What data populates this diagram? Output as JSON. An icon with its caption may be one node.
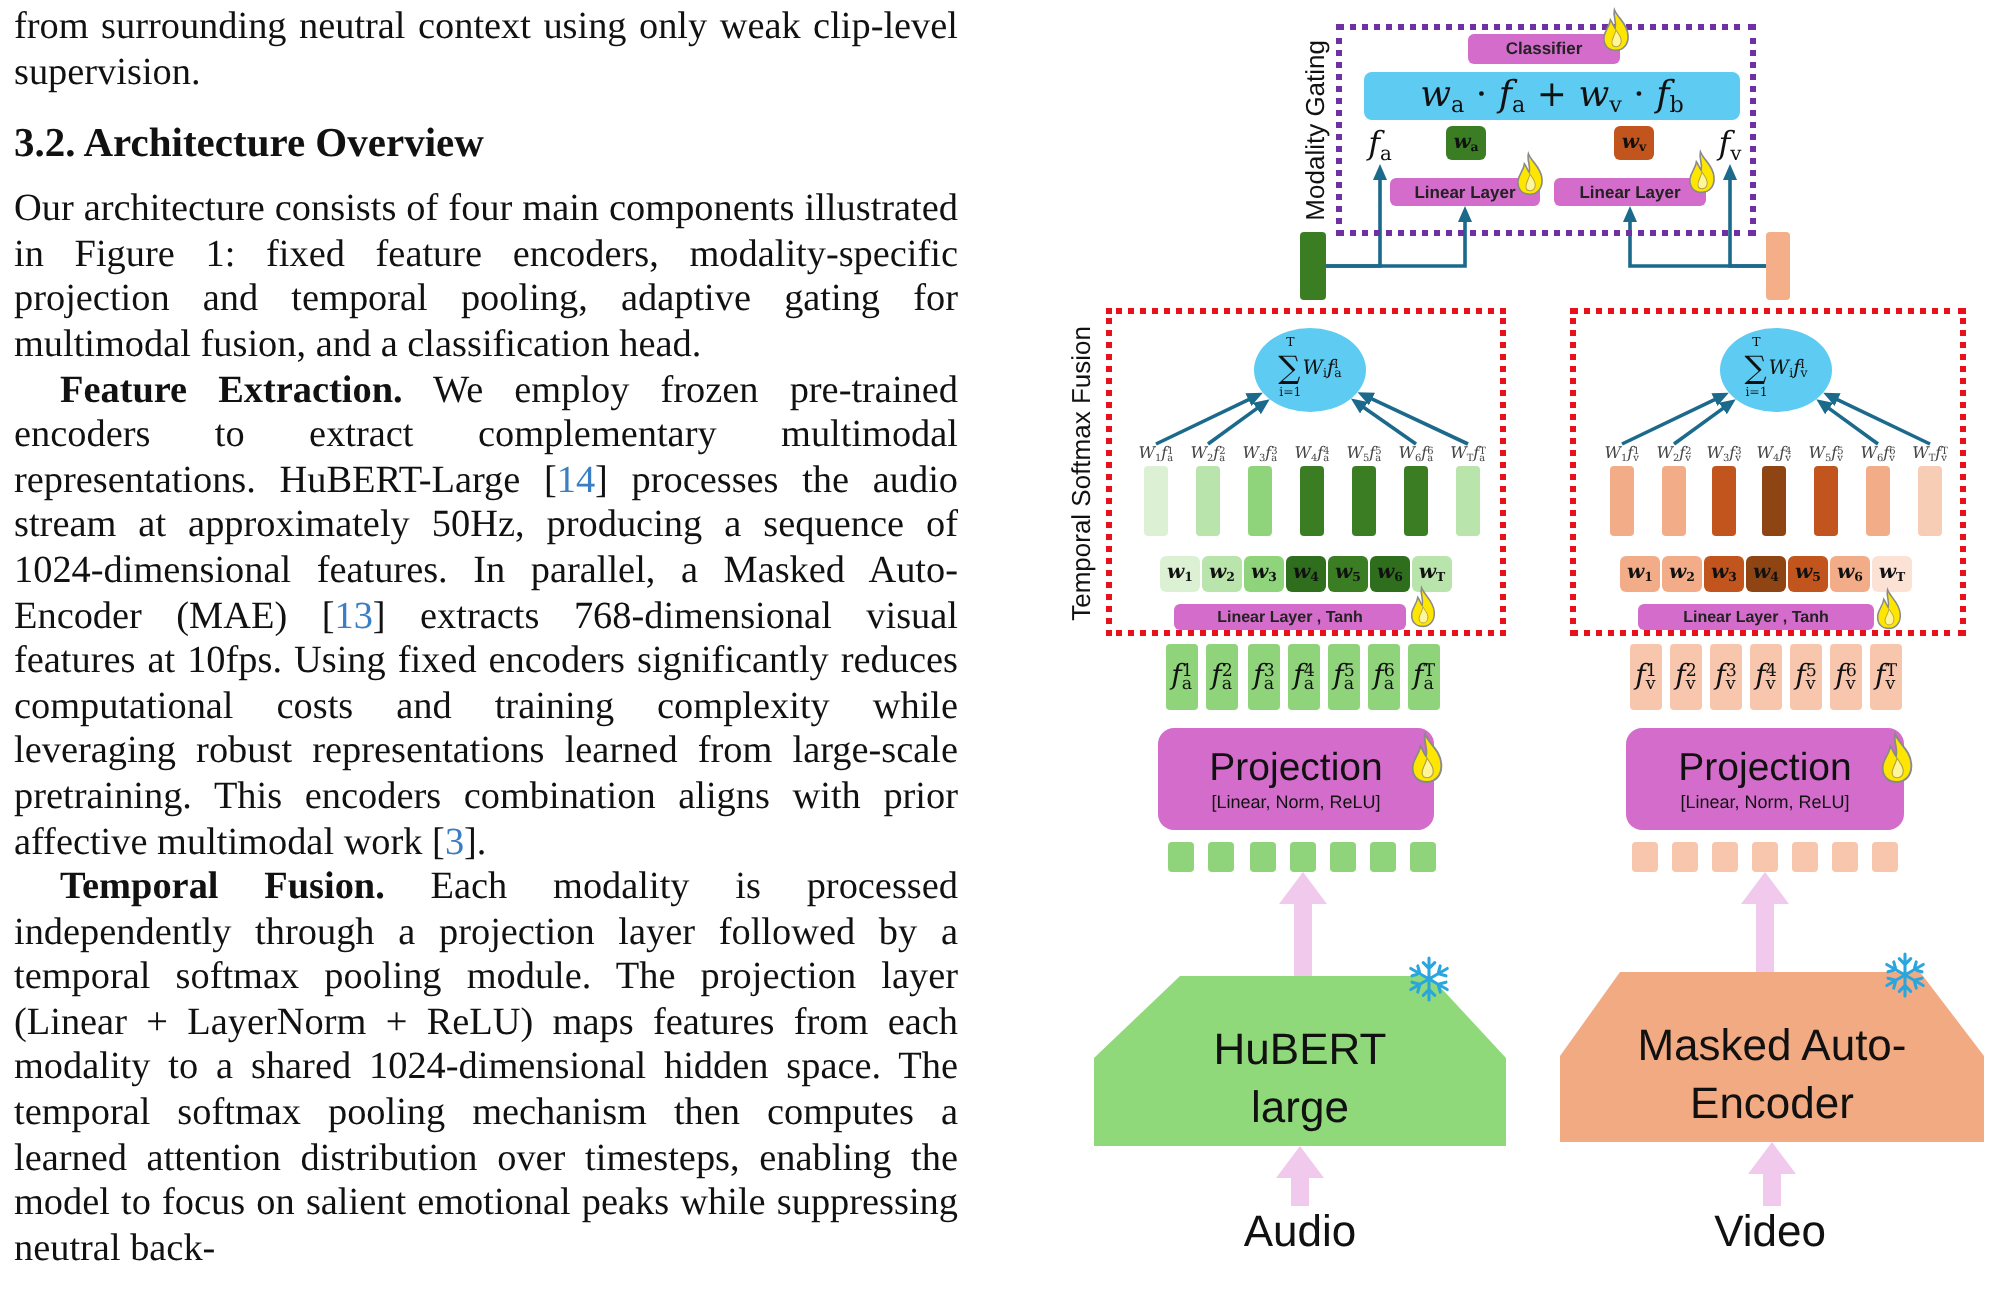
{
  "diagram": {
    "nodes": [
      {
        "text": [
          "Modality Gating"
        ]
      },
      {
        "text": [
          "Classifier"
        ],
        "in": 0
      },
      {
        "text": [
          "*w*$_{a}$ · *f*$_{a}$ + *w*$_{v}$ · *f*$_{b}$"
        ],
        "in": 0
      },
      {
        "text": [
          "*f*$_{a}$"
        ],
        "in": 0
      },
      {
        "text": [
          "*w*$_{a}$"
        ],
        "in": 0
      },
      {
        "text": [
          "*w*$_{v}$"
        ],
        "in": 0
      },
      {
        "text": [
          "*f*$_{v}$"
        ],
        "in": 0
      },
      {
        "text": [
          "Linear Layer"
        ],
        "in": 0
      },
      {
        "text": [
          "Linear Layer"
        ],
        "in": 0
      },
      {
        "text": [],
        "shape": "bar"
      },
      {
        "text": [],
        "shape": "bar"
      },
      {
        "text": [
          "Temporal Softmax Fusion"
        ]
      },
      {
        "text": [
          "∑$_{i=1}$$^{T}$*W*$_{i}$*f*$_{a}$$^{i}$"
        ],
        "in": 11
      },
      {
        "text": [
          "*W*$_{1}$*f*$_{a}$$^{1}$"
        ],
        "in": 11
      },
      {
        "text": [
          "*W*$_{2}$*f*$_{a}$$^{2}$"
        ],
        "in": 11
      },
      {
        "text": [
          "*W*$_{3}$*f*$_{a}$$^{3}$"
        ],
        "in": 11
      },
      {
        "text": [
          "*W*$_{4}$*f*$_{a}$$^{4}$"
        ],
        "in": 11
      },
      {
        "text": [
          "*W*$_{5}$*f*$_{a}$$^{5}$"
        ],
        "in": 11
      },
      {
        "text": [
          "*W*$_{6}$*f*$_{a}$$^{6}$"
        ],
        "in": 11
      },
      {
        "text": [
          "*W*$_{T}$*f*$_{a}$$^{T}$"
        ],
        "in": 11
      },
      {
        "text": [
          "*w*$_{1}$"
        ],
        "in": 11
      },
      {
        "text": [
          "*w*$_{2}$"
        ],
        "in": 11
      },
      {
        "text": [
          "*w*$_{3}$"
        ],
        "in": 11
      },
      {
        "text": [
          "*w*$_{4}$"
        ],
        "in": 11
      },
      {
        "text": [
          "*w*$_{5}$"
        ],
        "in": 11
      },
      {
        "text": [
          "*w*$_{6}$"
        ],
        "in": 11
      },
      {
        "text": [
          "*w*$_{T}$"
        ],
        "in": 11
      },
      {
        "text": [
          "Linear Layer , Tanh"
        ],
        "in": 11
      },
      {
        "text": [
          "*f*$_{a}$$^{1}$"
        ]
      },
      {
        "text": [
          "*f*$_{a}$$^{2}$"
        ]
      },
      {
        "text": [
          "*f*$_{a}$$^{3}$"
        ]
      },
      {
        "text": [
          "*f*$_{a}$$^{4}$"
        ]
      },
      {
        "text": [
          "*f*$_{a}$$^{5}$"
        ]
      },
      {
        "text": [
          "*f*$_{a}$$^{6}$"
        ]
      },
      {
        "text": [
          "*f*$_{a}$$^{T}$"
        ]
      },
      {
        "text": [
          "Projection",
          "[Linear, Norm, ReLU]"
        ]
      },
      {
        "text": [],
        "shape": "box"
      },
      {
        "text": [],
        "shape": "box"
      },
      {
        "text": [],
        "shape": "box"
      },
      {
        "text": [],
        "shape": "box"
      },
      {
        "text": [],
        "shape": "box"
      },
      {
        "text": [],
        "shape": "box"
      },
      {
        "text": [],
        "shape": "box"
      },
      {
        "text": [
          "HuBERT large"
        ]
      },
      {
        "text": [
          "Audio"
        ]
      },
      {
        "text": [],
        "shape": "box"
      },
      {
        "text": [
          "∑$_{i=1}$$^{T}$*W*$_{i}$*f*$_{v}$$^{i}$"
        ],
        "in": 45
      },
      {
        "text": [
          "*W*$_{1}$*f*$_{v}$$^{1}$"
        ],
        "in": 45
      },
      {
        "text": [
          "*W*$_{2}$*f*$_{v}$$^{2}$"
        ],
        "in": 45
      },
      {
        "text": [
          "*W*$_{3}$*f*$_{v}$$^{3}$"
        ],
        "in": 45
      },
      {
        "text": [
          "*W*$_{4}$*f*$_{v}$$^{4}$"
        ],
        "in": 45
      },
      {
        "text": [
          "*W*$_{5}$*f*$_{v}$$^{5}$"
        ],
        "in": 45
      },
      {
        "text": [
          "*W*$_{6}$*f*$_{v}$$^{6}$"
        ],
        "in": 45
      },
      {
        "text": [
          "*W*$_{T}$*f*$_{v}$$^{T}$"
        ],
        "in": 45
      },
      {
        "text": [
          "*w*$_{1}$"
        ],
        "in": 45
      },
      {
        "text": [
          "*w*$_{2}$"
        ],
        "in": 45
      },
      {
        "text": [
          "*w*$_{3}$"
        ],
        "in": 45
      },
      {
        "text": [
          "*w*$_{4}$"
        ],
        "in": 45
      },
      {
        "text": [
          "*w*$_{5}$"
        ],
        "in": 45
      },
      {
        "text": [
          "*w*$_{6}$"
        ],
        "in": 45
      },
      {
        "text": [
          "*w*$_{T}$"
        ],
        "in": 45
      },
      {
        "text": [
          "Linear Layer , Tanh"
        ],
        "in": 45
      },
      {
        "text": [
          "*f*$_{v}$$^{1}$"
        ]
      },
      {
        "text": [
          "*f*$_{v}$$^{2}$"
        ]
      },
      {
        "text": [
          "*f*$_{v}$$^{3}$"
        ]
      },
      {
        "text": [
          "*f*$_{v}$$^{4}$"
        ]
      },
      {
        "text": [
          "*f*$_{v}$$^{5}$"
        ]
      },
      {
        "text": [
          "*f*$_{v}$$^{6}$"
        ]
      },
      {
        "text": [
          "*f*$_{v}$$^{T}$"
        ]
      },
      {
        "text": [
          "Projection",
          "[Linear, Norm, ReLU]"
        ]
      },
      {
        "text": [],
        "shape": "box"
      },
      {
        "text": [],
        "shape": "box"
      },
      {
        "text": [],
        "shape": "box"
      },
      {
        "text": [],
        "shape": "box"
      },
      {
        "text": [],
        "shape": "box"
      },
      {
        "text": [],
        "shape": "box"
      },
      {
        "text": [],
        "shape": "box"
      },
      {
        "text": [
          "Masked Auto-Encoder"
        ]
      },
      {
        "text": [
          "Video"
        ]
      }
    ],
    "edges": [
      {
        "from": 9,
        "to": 3,
        "arrow": "to"
      },
      {
        "from": 9,
        "to": 7,
        "arrow": "to"
      },
      {
        "from": 10,
        "to": 8,
        "arrow": "to"
      },
      {
        "from": 10,
        "to": 6,
        "arrow": "to"
      },
      {
        "from": 13,
        "to": 12,
        "arrow": "to"
      },
      {
        "from": 14,
        "to": 12,
        "arrow": "to"
      },
      {
        "from": 18,
        "to": 12,
        "arrow": "to"
      },
      {
        "from": 19,
        "to": 12,
        "arrow": "to"
      },
      {
        "from": 44,
        "to": 43,
        "arrow": "to",
        "style": "thick",
        "color": "#f1c9ec"
      },
      {
        "from": 43,
        "to": 39,
        "arrow": "to",
        "style": "thick",
        "color": "#f1c9ec"
      },
      {
        "from": 47,
        "to": 46,
        "arrow": "to"
      },
      {
        "from": 48,
        "to": 46,
        "arrow": "to"
      },
      {
        "from": 52,
        "to": 46,
        "arrow": "to"
      },
      {
        "from": 53,
        "to": 46,
        "arrow": "to"
      },
      {
        "from": 78,
        "to": 77,
        "arrow": "to",
        "style": "thick",
        "color": "#f1c9ec"
      },
      {
        "from": 77,
        "to": 73,
        "arrow": "to",
        "style": "thick",
        "color": "#f1c9ec"
      }
    ],
    "labels": [
      "from surrounding neutral context using only weak clip-level supervision.",
      "3.2. Architecture Overview",
      "Our architecture consists of four main components illustrated in Figure 1: fixed feature encoders, modality-specific projection and temporal pooling, adaptive gating for multimodal fusion, and a classification head.",
      "**Feature Extraction.** We employ frozen pre-trained encoders to extract complementary multimodal representations. HuBERT-Large [14] processes the audio stream at approximately 50Hz, producing a sequence of 1024-dimensional features. In parallel, a Masked Auto-Encoder (MAE) [13] extracts 768-dimensional visual features at 10fps. Using fixed encoders significantly reduces computational costs and training complexity while leveraging robust representations learned from large-scale pretraining. This encoders combination aligns with prior affective multimodal work [3].",
      "**Temporal Fusion.** Each modality is processed independently through a projection layer followed by a temporal softmax pooling module. The projection layer (Linear + LayerNorm + ReLU) maps features from each modality to a shared 1024-dimensional hidden space. The temporal softmax pooling mechanism then computes a learned attention distribution over timesteps, enabling the model to focus on salient emotional peaks while suppressing neutral back-"
    ]
  }
}
